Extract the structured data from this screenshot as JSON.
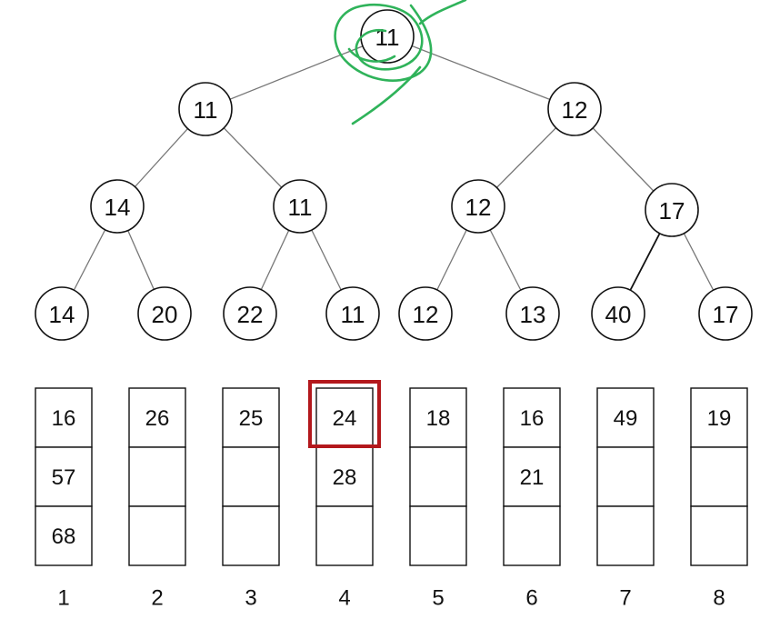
{
  "tree": {
    "nodes": [
      {
        "id": "root",
        "value": "11"
      },
      {
        "id": "l1a",
        "value": "11"
      },
      {
        "id": "l1b",
        "value": "12"
      },
      {
        "id": "l2a",
        "value": "14"
      },
      {
        "id": "l2b",
        "value": "11"
      },
      {
        "id": "l2c",
        "value": "12"
      },
      {
        "id": "l2d",
        "value": "17"
      },
      {
        "id": "leaf1",
        "value": "14"
      },
      {
        "id": "leaf2",
        "value": "20"
      },
      {
        "id": "leaf3",
        "value": "22"
      },
      {
        "id": "leaf4",
        "value": "11"
      },
      {
        "id": "leaf5",
        "value": "12"
      },
      {
        "id": "leaf6",
        "value": "13"
      },
      {
        "id": "leaf7",
        "value": "40"
      },
      {
        "id": "leaf8",
        "value": "17"
      }
    ],
    "edges": [
      [
        "root",
        "l1a"
      ],
      [
        "root",
        "l1b"
      ],
      [
        "l1a",
        "l2a"
      ],
      [
        "l1a",
        "l2b"
      ],
      [
        "l1b",
        "l2c"
      ],
      [
        "l1b",
        "l2d"
      ],
      [
        "l2a",
        "leaf1"
      ],
      [
        "l2a",
        "leaf2"
      ],
      [
        "l2b",
        "leaf3"
      ],
      [
        "l2b",
        "leaf4"
      ],
      [
        "l2c",
        "leaf5"
      ],
      [
        "l2c",
        "leaf6"
      ],
      [
        "l2d",
        "leaf7"
      ],
      [
        "l2d",
        "leaf8"
      ]
    ],
    "emphasized_edge": [
      "l2d",
      "leaf7"
    ]
  },
  "runs": [
    {
      "label": "1",
      "cells": [
        "16",
        "57",
        "68"
      ]
    },
    {
      "label": "2",
      "cells": [
        "26",
        "",
        ""
      ]
    },
    {
      "label": "3",
      "cells": [
        "25",
        "",
        ""
      ]
    },
    {
      "label": "4",
      "cells": [
        "24",
        "28",
        ""
      ]
    },
    {
      "label": "5",
      "cells": [
        "18",
        "",
        ""
      ]
    },
    {
      "label": "6",
      "cells": [
        "16",
        "21",
        ""
      ]
    },
    {
      "label": "7",
      "cells": [
        "49",
        "",
        ""
      ]
    },
    {
      "label": "8",
      "cells": [
        "19",
        "",
        ""
      ]
    }
  ],
  "highlighted_cell": {
    "run": 4,
    "row": 1
  },
  "colors": {
    "highlight": "#b3181c",
    "annotation": "#2fb35a"
  }
}
